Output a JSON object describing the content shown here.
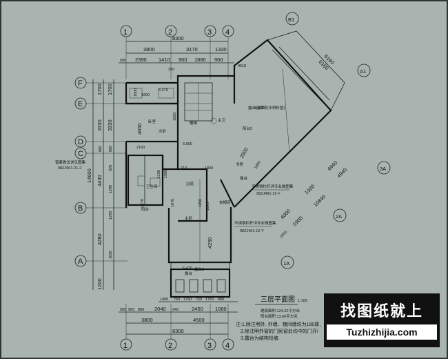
{
  "axes": {
    "col": [
      "1",
      "2",
      "3",
      "4"
    ],
    "row": [
      "F",
      "E",
      "D",
      "C",
      "B",
      "A"
    ],
    "diag": [
      "B1",
      "A1",
      "3A",
      "2A",
      "1A"
    ]
  },
  "dims": {
    "total_top": "8300",
    "top": [
      "3800",
      "3170",
      "1330"
    ],
    "top_sub": [
      "500",
      "2390",
      "1410",
      "900",
      "1880",
      "900",
      "390"
    ],
    "left_outer": [
      "14600"
    ],
    "left_mid": [
      "1700",
      "3330",
      "860",
      "4430",
      "4280",
      "1200"
    ],
    "left_inner": [
      "1700",
      "3330",
      "860",
      "920",
      "1290",
      "1290",
      "1090"
    ],
    "bot_inner": [
      "1400",
      "750",
      "1750",
      "750",
      "1750",
      "490"
    ],
    "bot_sub": [
      "500",
      "960",
      "800",
      "2040",
      "940",
      "2450",
      "1060"
    ],
    "bottom": [
      "3800",
      "4500"
    ],
    "total_bottom": "8300",
    "right_diag": [
      "6160",
      "6160"
    ],
    "diag_dims": [
      "4940",
      "4940",
      "1920",
      "10840",
      "5900",
      "4000",
      "1850"
    ],
    "misc": [
      "4518",
      "2500",
      "1000",
      "1050",
      "1670",
      "4250",
      "710",
      "1800",
      "1670",
      "2270",
      "1190",
      "1000",
      "1500",
      "4050",
      "2160",
      "1900",
      "1600",
      "6.470",
      "6.500",
      "6.500",
      "6.470"
    ]
  },
  "plan": {
    "title": "三层平面图",
    "scale": "1:100",
    "area1": "建筑面积:124.32平方米",
    "area2": "阳台面积:13.00平方米",
    "notes": [
      "注:1.除注明外, 外墙、梯间墙均为180厚,",
      "2.除注明外窗的门民窗处均中的门开/",
      "3.露台为结构找坡."
    ],
    "labels": [
      "卧室",
      "卫生间",
      "主卧",
      "露台",
      "露台",
      "阳台",
      "过道",
      "楼梯",
      "主卫",
      "衣帽间",
      "书房",
      "露台3",
      "阳台2",
      "次卧"
    ],
    "notes_small": [
      "不锈钢栏杆详专业做图集",
      "98ZJ401-12-Y",
      "不锈钢栏杆详专业做图集",
      "98ZJ401-12-Y",
      "窗套做法详见图集",
      "98ZJ901-21-2",
      "露台(屋面防水材料层)"
    ]
  },
  "brand": {
    "cn": "找图纸就上",
    "en": "Tuzhizhijia.com"
  }
}
